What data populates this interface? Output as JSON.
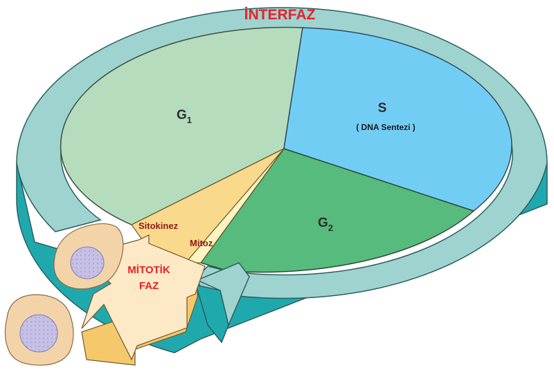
{
  "title": "İNTERFAZ",
  "phases": {
    "g1": {
      "main": "G",
      "sub": "1"
    },
    "s": {
      "label": "S",
      "note": "( DNA Sentezi )"
    },
    "g2": {
      "main": "G",
      "sub": "2"
    }
  },
  "mitotic": {
    "line1": "MİTOTİK",
    "line2": "FAZ",
    "cytokinesis": "Sitokinez",
    "mitosis": "Mitoz"
  },
  "colors": {
    "title": "#e8212a",
    "mitotic_label": "#e8212a",
    "sub_label": "#8b1a1a",
    "ring_top": "#9fd3cf",
    "ring_side": "#20a9ad",
    "g1": "#b5dcbc",
    "s": "#72cdf4",
    "g2": "#56bb7d",
    "cytokinesis_wedge": "#f9d98b",
    "mitosis_wedge": "#fef4c2",
    "arrow_face": "#fde9c6",
    "arrow_side": "#f6c86c",
    "cell": "#f3d4a8",
    "nucleus": "#c6c0e6"
  }
}
